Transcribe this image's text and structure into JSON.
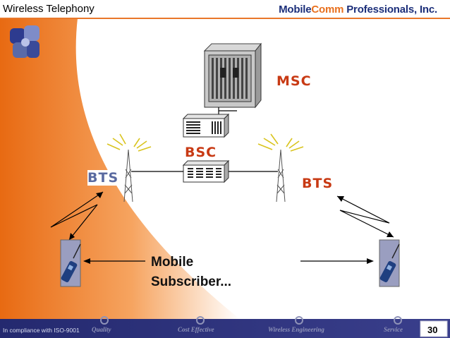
{
  "header": {
    "title": "Wireless Telephony",
    "brand_part1": "MobileComm",
    "brand_part2_accent": "",
    "brand_part3": " Professionals, Inc."
  },
  "diagram": {
    "msc_label": "MSC",
    "bsc_label": "BSC",
    "bts_left_label": "BTS",
    "bts_right_label": "BTS",
    "mobile_line1": "Mobile",
    "mobile_line2": "Subscriber..."
  },
  "footer": {
    "iso_text": "In compliance with ISO-9001",
    "items": [
      "Quality",
      "Cost Effective",
      "Wireless Engineering",
      "Service"
    ],
    "page_number": "30"
  },
  "colors": {
    "accent_orange": "#f07a22",
    "brand_blue": "#1c2f7a",
    "label_red": "#c83a14",
    "label_blue": "#5a6aa0",
    "footer_band": "#2b2f7a"
  }
}
